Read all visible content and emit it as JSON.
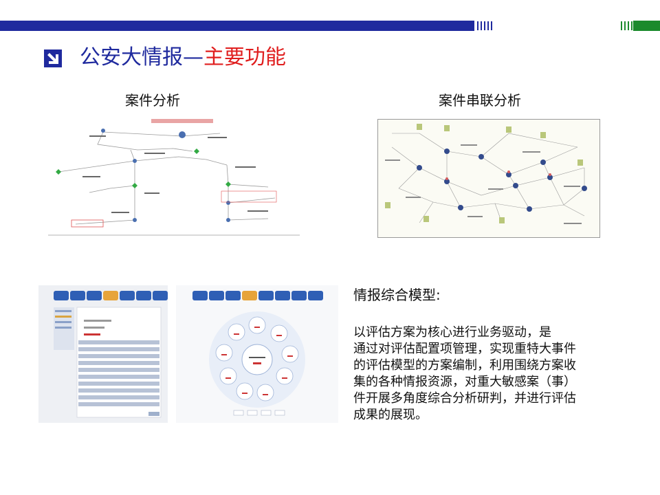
{
  "header": {
    "title_main": "公安大情报—",
    "title_accent": "主要功能",
    "colors": {
      "blue": "#1f2a9e",
      "red": "#e01e1e",
      "green": "#1b8a2c"
    },
    "arrow_icon": "down-right-arrow-icon"
  },
  "captions": {
    "case_analysis": "案件分析",
    "case_link_analysis": "案件串联分析"
  },
  "section": {
    "heading": "情报综合模型:",
    "body": "    以评估方案为核心进行业务驱动，是\n通过对评估配置项管理，实现重特大事件\n的评估模型的方案编制，利用围绕方案收\n集的各种情报资源，对重大敏感案（事）\n件开展多角度综合分析研判，并进行评估\n成果的展现。"
  }
}
